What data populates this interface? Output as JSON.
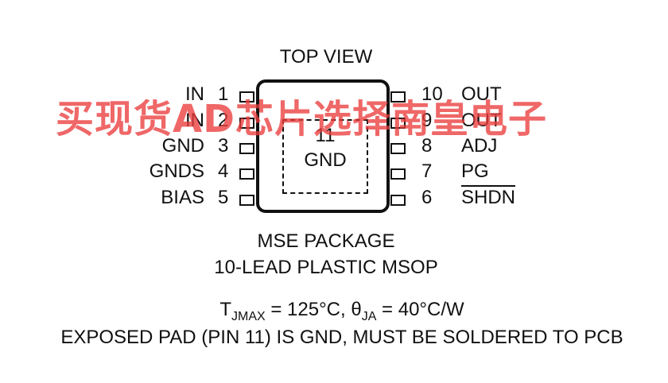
{
  "diagram": {
    "title": "TOP VIEW",
    "exposed_pad": {
      "number": "11",
      "name": "GND"
    },
    "left_pins": [
      {
        "name": "IN",
        "number": "1"
      },
      {
        "name": "IN",
        "number": "2"
      },
      {
        "name": "GND",
        "number": "3"
      },
      {
        "name": "GNDS",
        "number": "4"
      },
      {
        "name": "BIAS",
        "number": "5"
      }
    ],
    "right_pins": [
      {
        "number": "10",
        "name": "OUT"
      },
      {
        "number": "9",
        "name": "OUT"
      },
      {
        "number": "8",
        "name": "ADJ"
      },
      {
        "number": "7",
        "name": "PG"
      },
      {
        "number": "6",
        "name": "SHDN"
      }
    ],
    "package_line1": "MSE PACKAGE",
    "package_line2": "10-LEAD PLASTIC MSOP",
    "thermal": {
      "t_sym": "T",
      "t_sub": "JMAX",
      "t_val": " = 125°C, ",
      "theta_sym": "θ",
      "theta_sub": "JA",
      "theta_val": " = 40°C/W"
    },
    "note": "EXPOSED PAD (PIN 11) IS GND, MUST BE SOLDERED TO PCB"
  },
  "watermark": "买现货AD芯片选择南皇电子",
  "colors": {
    "line": "#111111",
    "watermark": "#eb3c3c"
  }
}
